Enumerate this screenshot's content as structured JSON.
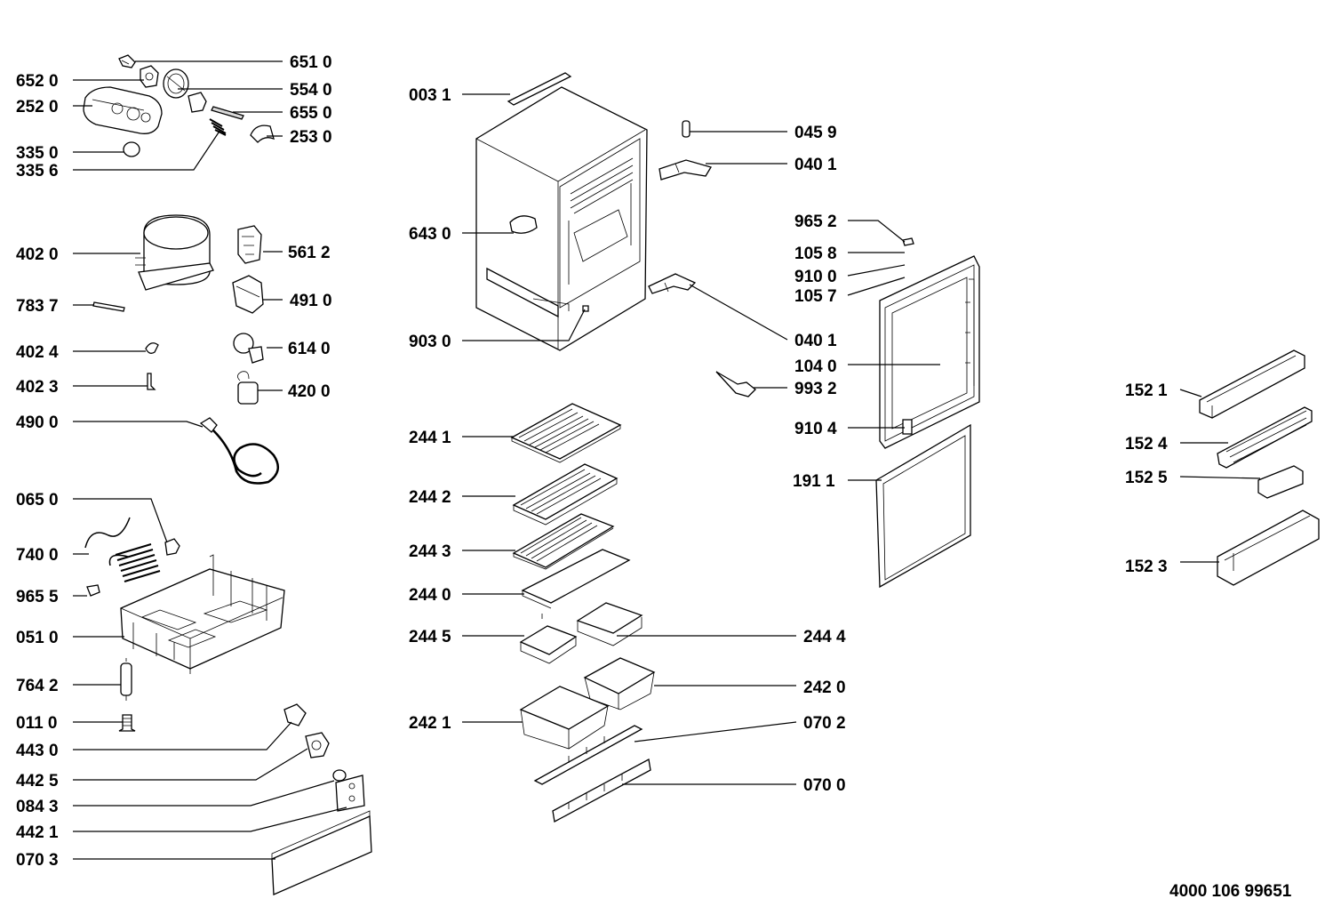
{
  "labels": {
    "l6510": "651 0",
    "l6520": "652 0",
    "l5540": "554 0",
    "l2520": "252 0",
    "l6550": "655 0",
    "l2530": "253 0",
    "l3350": "335 0",
    "l3356": "335 6",
    "l4020": "402 0",
    "l5612": "561 2",
    "l7837": "783 7",
    "l4910": "491 0",
    "l4024": "402 4",
    "l6140": "614 0",
    "l4023": "402 3",
    "l4200": "420 0",
    "l4900": "490 0",
    "l0650": "065 0",
    "l7400": "740 0",
    "l9655": "965 5",
    "l0510": "051 0",
    "l7642": "764 2",
    "l0110": "011 0",
    "l4430": "443 0",
    "l4425": "442 5",
    "l0843": "084 3",
    "l4421": "442 1",
    "l0703": "070 3",
    "l0031": "003 1",
    "l6430": "643 0",
    "l9030": "903 0",
    "l2441": "244 1",
    "l2442": "244 2",
    "l2443": "244 3",
    "l2440": "244 0",
    "l2445": "244 5",
    "l2421": "242 1",
    "l0459": "045 9",
    "l0401a": "040 1",
    "l9652": "965 2",
    "l1058": "105 8",
    "l9100": "910 0",
    "l1057": "105 7",
    "l0401b": "040 1",
    "l1040": "104 0",
    "l9932": "993 2",
    "l9104": "910 4",
    "l1911": "191 1",
    "l2444": "244 4",
    "l2420": "242 0",
    "l0702": "070 2",
    "l0700": "070 0",
    "l1521": "152 1",
    "l1524": "152 4",
    "l1525": "152 5",
    "l1523": "152 3"
  },
  "document_number": "4000 106 99651"
}
